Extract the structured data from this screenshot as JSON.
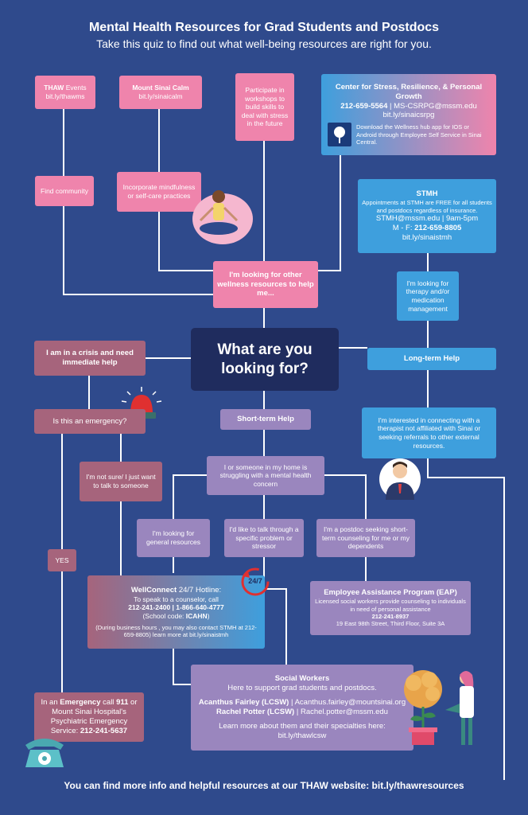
{
  "header": {
    "title": "Mental Health Resources for Grad Students and Postdocs",
    "subtitle": "Take this quiz to find out what well-being resources are right for you."
  },
  "center": {
    "question": "What are you looking for?"
  },
  "thaw": {
    "title": "THAW",
    "title_rest": " Events",
    "link": "bit.ly/thawms"
  },
  "calm": {
    "title": "Mount Sinai Calm",
    "link": "bit.ly/sinaicalm"
  },
  "workshops": {
    "text": "Participate in workshops to build skills to deal with stress in the future"
  },
  "cssrpg": {
    "title": "Center for Stress, Resilience, & Personal Growth",
    "phone": "212-659-5564",
    "email": " | MS-CSRPG@mssm.edu",
    "link": "bit.ly/sinaicsrpg",
    "app_note": "Download the Wellness hub app for IOS or Android through Employee Self Service in Sinai Central."
  },
  "find_community": {
    "text": "Find community"
  },
  "mindfulness": {
    "text": "Incorporate mindfulness or self-care practices"
  },
  "stmh": {
    "title": "STMH",
    "line1": "Appointments at STMH are FREE for all students and postdocs regardless of insurance.",
    "line2": "STMH@mssm.edu | 9am-5pm",
    "line3_label": "M - F: ",
    "line3_phone": "212-659-8805",
    "link": "bit.ly/sinaistmh"
  },
  "other_wellness": {
    "text": "I'm looking for other wellness resources to help me..."
  },
  "therapy": {
    "text": "I'm looking for therapy and/or medication management"
  },
  "crisis": {
    "text": "I am in a crisis and need immediate help"
  },
  "long_term": {
    "text": "Long-term Help"
  },
  "emergency_q": {
    "text": "Is this an emergency?"
  },
  "short_term": {
    "text": "Short-term Help"
  },
  "external": {
    "text": "I'm interested in connecting with a therapist not affiliated with Sinai or seeking referrals to other external resources."
  },
  "not_sure": {
    "text": "I'm not sure/ I just want to talk to someone"
  },
  "struggling": {
    "text": "I or someone in my home is struggling with a mental health concern"
  },
  "general": {
    "text": "I'm looking for general resources"
  },
  "talk_through": {
    "text": "I'd like to talk through a specific problem or stressor"
  },
  "postdoc": {
    "text": "I'm a postdoc seeking short-term counseling for me or my dependents"
  },
  "yes": {
    "text": "YES"
  },
  "wellconnect": {
    "title": "WellConnect",
    "title_rest": " 24/7 Hotline:",
    "line1": "To speak to a counselor, call",
    "phones": "212-241-2400 | 1-866-640-4777",
    "code_label": "(School code: ",
    "code": "ICAHN",
    "code_end": ")",
    "note": "(During business hours , you may also contact STMH at 212-659-8805) learn more at bit.ly/sinaistmh",
    "badge": "24/7"
  },
  "eap": {
    "title": "Employee Assistance Program (EAP)",
    "desc": "Licensed social workers provide counseling to individuals in need of personal assistance",
    "phone": "212-241-8937",
    "address": "19 East 98th Street, Third Floor, Suite 3A"
  },
  "social": {
    "title": "Social Workers",
    "sub": "Here to support grad students and postdocs.",
    "sw1_name": "Acanthus Fairley (LCSW)",
    "sw1_email": " | Acanthus.fairley@mountsinai.org",
    "sw2_name": "Rachel Potter (LCSW)",
    "sw2_email": " | Rachel.potter@mssm.edu",
    "more": "Learn more about them and their specialties here:",
    "link": "bit.ly/thawlcsw"
  },
  "emergency_info": {
    "pre": "In an ",
    "b1": "Emergency",
    "mid1": " call ",
    "b2": "911",
    "mid2": " or Mount Sinai Hospital's Psychiatric Emergency Service: ",
    "b3": "212-241-5637"
  },
  "footer": {
    "text": "You can  find more info and helpful resources at our THAW website: bit.ly/thawresources"
  },
  "colors": {
    "background": "#2f4a8c",
    "pink": "#ef84ac",
    "blue": "#3e9fdd",
    "plum": "#a6647c",
    "lavender": "#9a86be",
    "navy": "#1f2c5e"
  }
}
